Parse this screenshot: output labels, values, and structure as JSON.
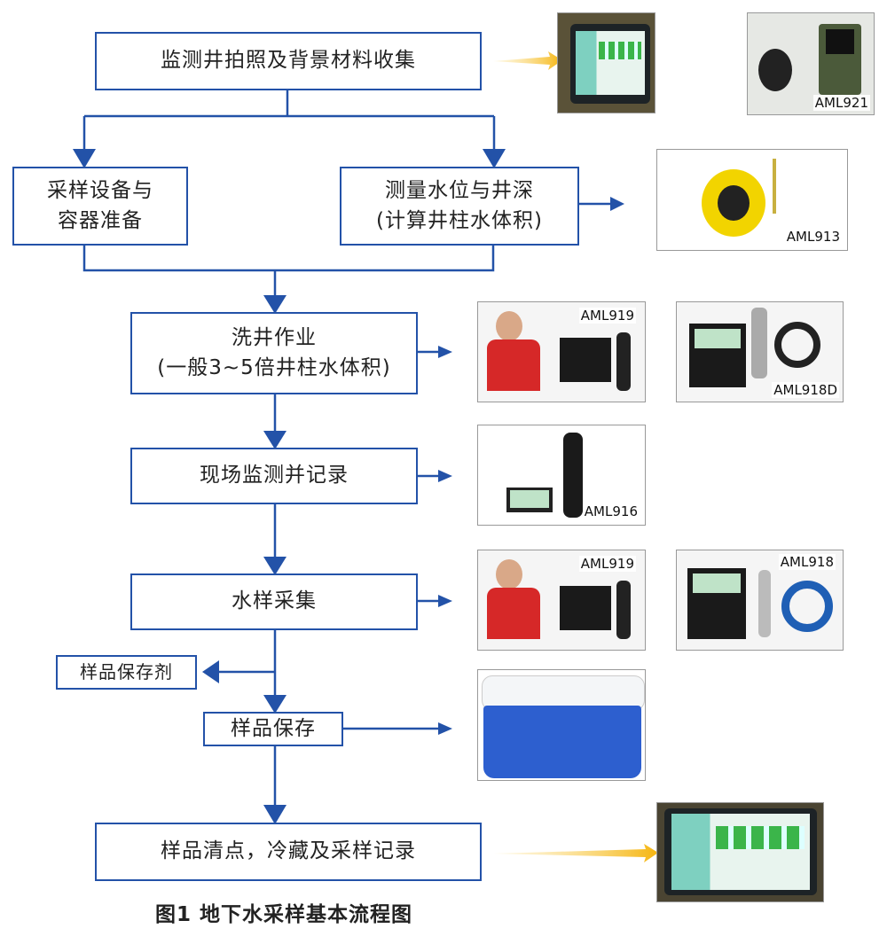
{
  "steps": {
    "s1": "监测井拍照及背景材料收集",
    "s2_line1": "采样设备与",
    "s2_line2": "容器准备",
    "s3_line1": "测量水位与井深",
    "s3_line2": "(计算井柱水体积)",
    "s4_line1": "洗井作业",
    "s4_line2": "(一般3~5倍井柱水体积)",
    "s5": "现场监测并记录",
    "s6": "水样采集",
    "s7": "样品保存剂",
    "s8": "样品保存",
    "s9": "样品清点，冷藏及采样记录"
  },
  "photos": {
    "aml921": "AML921",
    "aml913": "AML913",
    "aml919a": "AML919",
    "aml918d": "AML918D",
    "aml916": "AML916",
    "aml919b": "AML919",
    "aml918": "AML918"
  },
  "caption": "图1 地下水采样基本流程图",
  "colors": {
    "line": "#2352a8",
    "highlight_arrow": "#f5b50f"
  }
}
